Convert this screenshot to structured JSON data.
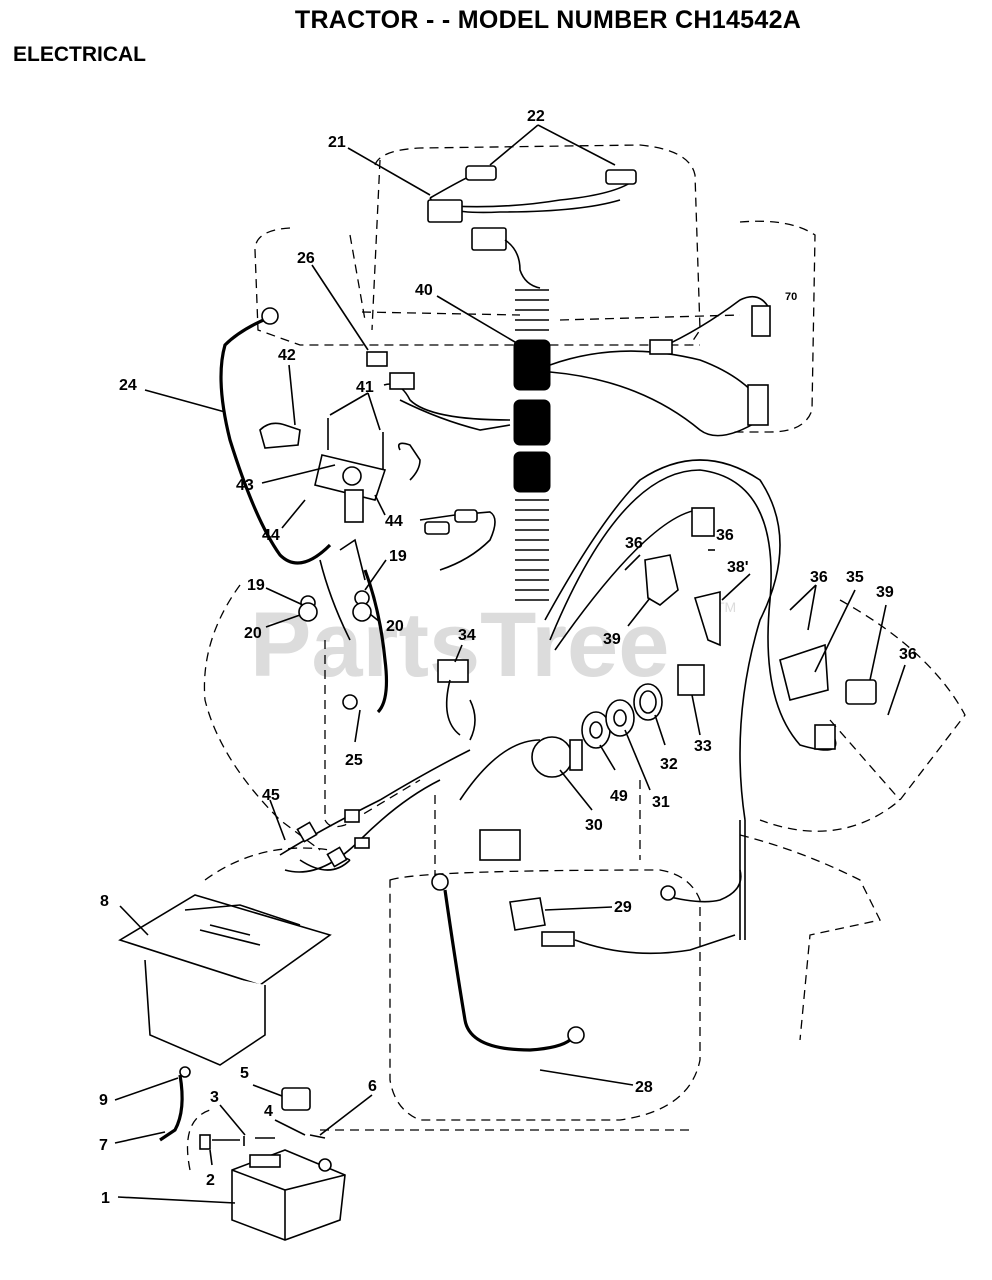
{
  "header": {
    "title": "TRACTOR - - MODEL NUMBER CH14542A",
    "section": "ELECTRICAL"
  },
  "watermark": {
    "text": "PartsTree",
    "tm": "TM"
  },
  "callouts": [
    "1",
    "2",
    "3",
    "4",
    "5",
    "6",
    "7",
    "8",
    "9",
    "19",
    "19",
    "20",
    "20",
    "21",
    "22",
    "24",
    "25",
    "26",
    "28",
    "29",
    "30",
    "31",
    "32",
    "33",
    "34",
    "35",
    "36",
    "36",
    "36",
    "36",
    "38'",
    "39",
    "39",
    "40",
    "41",
    "42",
    "43",
    "44",
    "44",
    "45",
    "49",
    "70"
  ]
}
